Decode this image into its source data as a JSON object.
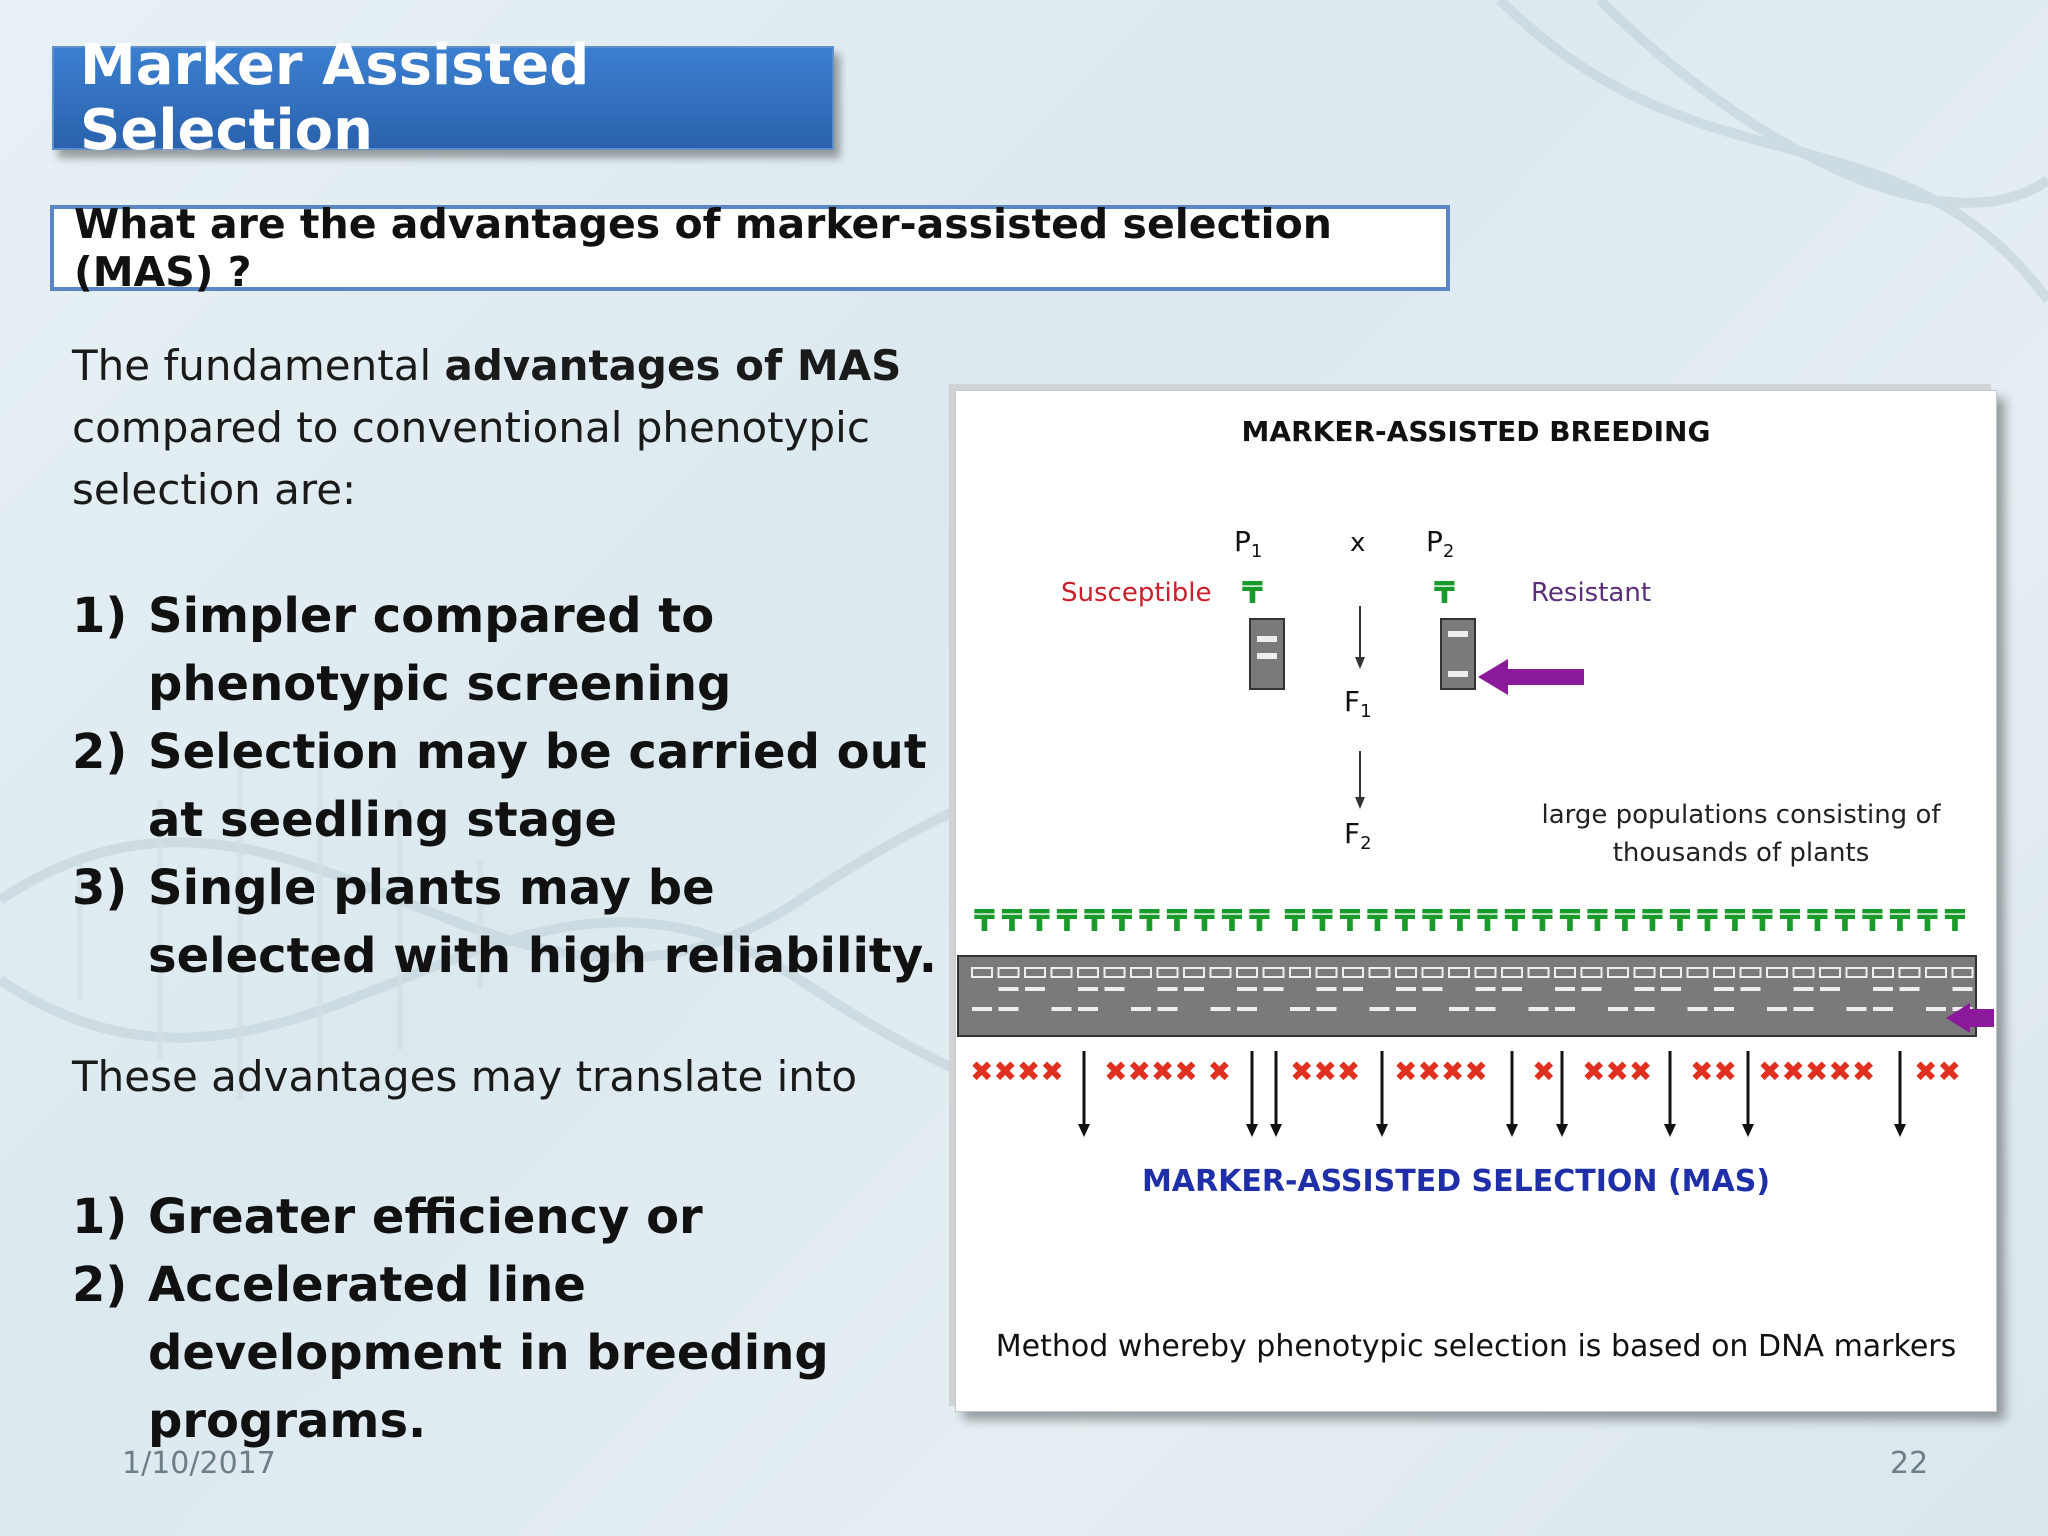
{
  "slide": {
    "title": "Marker Assisted Selection",
    "question": "What are the advantages of marker-assisted selection (MAS) ?",
    "intro_prefix": "The fundamental ",
    "intro_bold": "advantages of MAS",
    "intro_suffix": " compared to conventional phenotypic selection are:",
    "advantages": [
      {
        "num": "1)",
        "text": "Simpler compared to phenotypic screening"
      },
      {
        "num": "2)",
        "text": "Selection may be carried out at seedling stage"
      },
      {
        "num": "3)",
        "text": "Single plants may be selected with high reliability."
      }
    ],
    "translate_text": "These advantages may translate into",
    "outcomes": [
      {
        "num": "1)",
        "text": " Greater efficiency or"
      },
      {
        "num": "2)",
        "text": "Accelerated line development in breeding programs."
      }
    ],
    "date": "1/10/2017",
    "page_number": "22"
  },
  "figure": {
    "title": "MARKER-ASSISTED BREEDING",
    "parent1": "P",
    "parent1_sub": "1",
    "parent2": "P",
    "parent2_sub": "2",
    "cross": "x",
    "susceptible": "Susceptible",
    "resistant": "Resistant",
    "f1": "F",
    "f1_sub": "1",
    "f2": "F",
    "f2_sub": "2",
    "population_line1": "large populations consisting of",
    "population_line2": "thousands of plants",
    "mas_label": "MARKER-ASSISTED SELECTION (MAS)",
    "caption": "Method whereby phenotypic selection is based on DNA markers",
    "x_groups": [
      "xxxx",
      "xxxx x",
      "xxx",
      "xxxx",
      "x",
      "xxx",
      "xx",
      "xxxxx",
      "xx"
    ],
    "colors": {
      "susceptible": "#c8202a",
      "resistant": "#5a2e7a",
      "mas": "#1f2fa8",
      "plant": "#1a9a2a",
      "arrow": "#8a1a9a"
    }
  }
}
